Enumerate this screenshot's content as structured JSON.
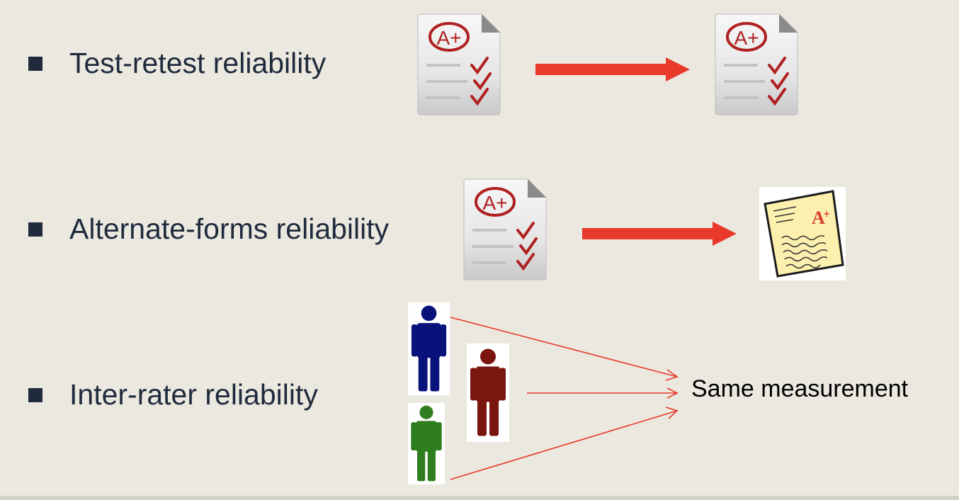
{
  "rows": [
    {
      "label": "Test-retest reliability"
    },
    {
      "label": "Alternate-forms reliability"
    },
    {
      "label": "Inter-rater reliability"
    }
  ],
  "outcome_label": "Same measurement",
  "grade_mark": "A+",
  "icons": {
    "test_paper": "graded-test-paper-icon",
    "alt_paper": "yellow-graded-paper-icon",
    "raters": [
      "person-blue-icon",
      "person-red-icon",
      "person-green-icon"
    ]
  },
  "colors": {
    "background": "#ebe8e0",
    "text": "#1f2a3c",
    "arrow": "#e8392a",
    "rater_blue": "#08127a",
    "rater_red": "#7a150f",
    "rater_green": "#2e7d1e",
    "grade_red": "#b02020"
  }
}
